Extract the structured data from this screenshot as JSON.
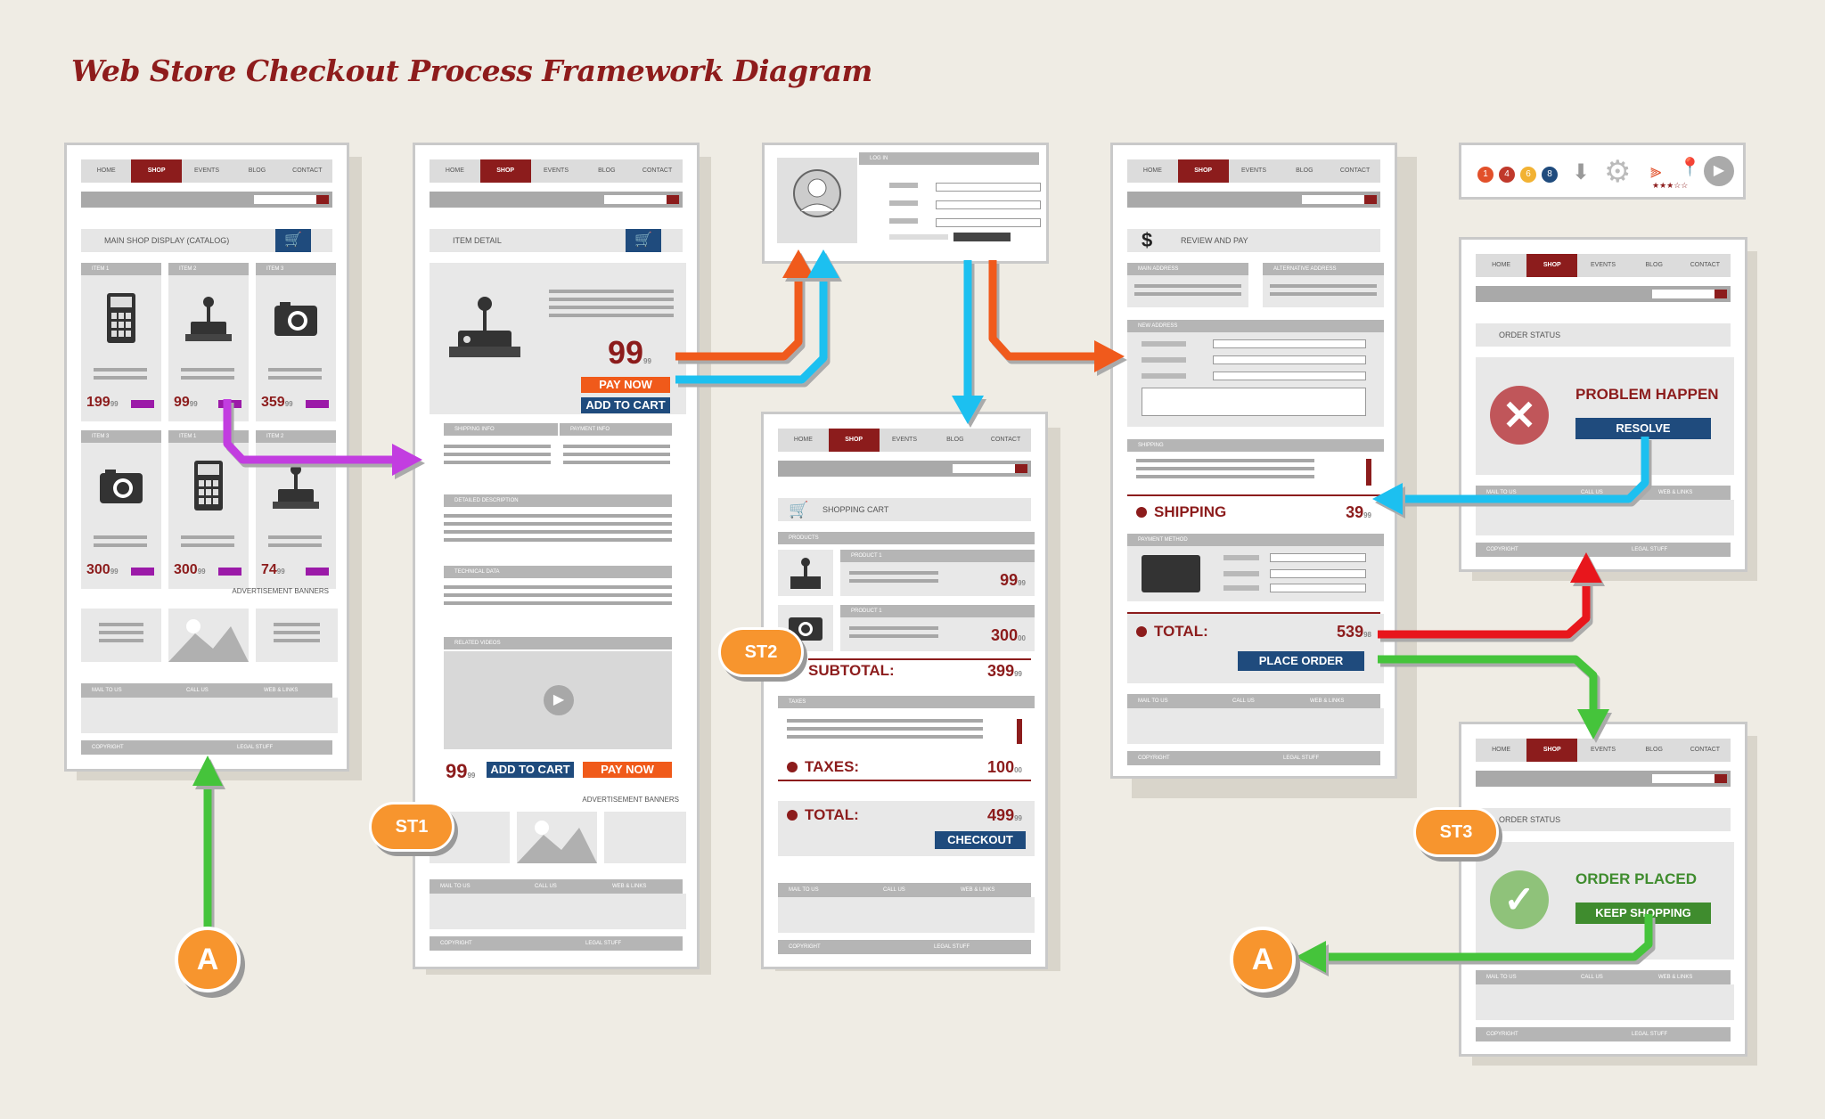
{
  "title": "Web Store Checkout Process Framework Diagram",
  "nav": [
    "HOME",
    "SHOP",
    "EVENTS",
    "BLOG",
    "CONTACT"
  ],
  "catalog": {
    "ribbon": "MAIN SHOP DISPLAY (CATALOG)",
    "items": [
      {
        "label": "ITEM 1",
        "price": "199",
        "cents": "99",
        "icon": "calculator-icon"
      },
      {
        "label": "ITEM 2",
        "price": "99",
        "cents": "99",
        "icon": "joystick-icon"
      },
      {
        "label": "ITEM 3",
        "price": "359",
        "cents": "99",
        "icon": "camera-icon"
      },
      {
        "label": "ITEM 3",
        "price": "300",
        "cents": "99",
        "icon": "camera-icon"
      },
      {
        "label": "ITEM 1",
        "price": "300",
        "cents": "99",
        "icon": "calculator-icon"
      },
      {
        "label": "ITEM 2",
        "price": "74",
        "cents": "99",
        "icon": "joystick-icon"
      }
    ],
    "ads": "ADVERTISEMENT BANNERS"
  },
  "footer": {
    "mail": "MAIL TO US",
    "call": "CALL US",
    "web": "WEB & LINKS",
    "copyright": "COPYRIGHT",
    "legal": "LEGAL STUFF"
  },
  "detail": {
    "ribbon": "ITEM DETAIL",
    "price": "99",
    "cents": "99",
    "pay_now": "PAY NOW",
    "add_to_cart": "ADD TO CART",
    "shipping_info": "SHIPPING INFO",
    "payment_info": "PAYMENT INFO",
    "detailed_description": "DETAILED DESCRIPTION",
    "technical_data": "TECHNICAL DATA",
    "related_videos": "RELATED VIDEOS",
    "bottom_price": "99",
    "bottom_cents": "99",
    "ads": "ADVERTISEMENT BANNERS",
    "badge": "ST1"
  },
  "login": {
    "label": "LOG IN"
  },
  "cart": {
    "ribbon": "SHOPPING CART",
    "products_header": "PRODUCTS",
    "product1": "PRODUCT 1",
    "product1_price": "99",
    "product1_cents": "99",
    "product2": "PRODUCT 1",
    "product2_price": "300",
    "product2_cents": "00",
    "subtotal_label": "SUBTOTAL:",
    "subtotal": "399",
    "subtotal_cents": "99",
    "taxes_header": "TAXES",
    "taxes_label": "TAXES:",
    "taxes": "100",
    "taxes_cents": "00",
    "total_label": "TOTAL:",
    "total": "499",
    "total_cents": "99",
    "checkout": "CHECKOUT",
    "badge": "ST2"
  },
  "review": {
    "ribbon": "REVIEW AND PAY",
    "main_address": "MAIN ADDRESS",
    "alt_address": "ALTERNATIVE ADDRESS",
    "new_address": "NEW ADDRESS",
    "shipping_header": "SHIPPING",
    "shipping_label": "SHIPPING",
    "shipping": "39",
    "shipping_cents": "99",
    "payment_method": "PAYMENT METHOD",
    "total_label": "TOTAL:",
    "total": "539",
    "total_cents": "98",
    "place_order": "PLACE ORDER"
  },
  "problem": {
    "ribbon": "ORDER STATUS",
    "label": "PROBLEM HAPPEN",
    "resolve": "RESOLVE"
  },
  "placed": {
    "ribbon": "ORDER STATUS",
    "label": "ORDER PLACED",
    "keep_shopping": "KEEP SHOPPING",
    "badge": "ST3"
  },
  "toolbar": {
    "badges": [
      "1",
      "4",
      "6",
      "8"
    ]
  },
  "connector_a": "A",
  "colors": {
    "accent": "#8c1c1c",
    "orange": "#f05a1a",
    "blue": "#1f4b7d",
    "green": "#3f8c2e",
    "cyan": "#1ec0f0",
    "purple": "#c23ce0",
    "red": "#e8141e",
    "lime": "#45c43b"
  }
}
